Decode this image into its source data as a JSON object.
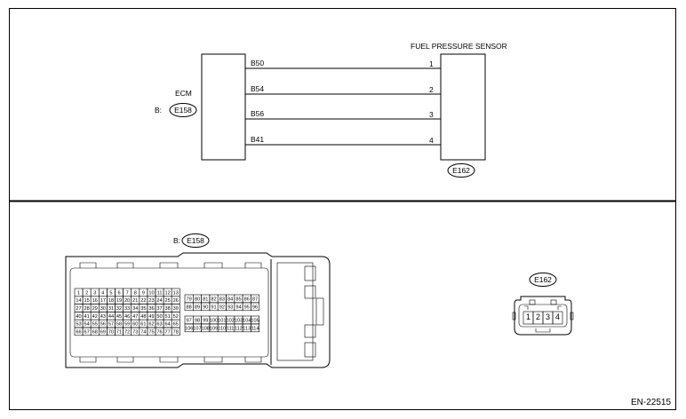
{
  "ecm": {
    "label": "ECM",
    "prefix": "B:",
    "connector": "E158"
  },
  "sensor": {
    "label": "FUEL PRESSURE SENSOR",
    "connector": "E162"
  },
  "wires": [
    {
      "ecm_pin": "B50",
      "sensor_pin": "1"
    },
    {
      "ecm_pin": "B54",
      "sensor_pin": "2"
    },
    {
      "ecm_pin": "B56",
      "sensor_pin": "3"
    },
    {
      "ecm_pin": "B41",
      "sensor_pin": "4"
    }
  ],
  "connector_views": {
    "ecm": {
      "prefix": "B:",
      "connector": "E158",
      "left_block_rows": [
        [
          "1",
          "2",
          "3",
          "4",
          "5",
          "6",
          "7",
          "8",
          "9",
          "10",
          "11",
          "12",
          "13"
        ],
        [
          "14",
          "15",
          "16",
          "17",
          "18",
          "19",
          "20",
          "21",
          "22",
          "23",
          "24",
          "25",
          "26"
        ],
        [
          "27",
          "28",
          "29",
          "30",
          "31",
          "32",
          "33",
          "34",
          "35",
          "36",
          "37",
          "38",
          "39"
        ],
        [
          "40",
          "41",
          "42",
          "43",
          "44",
          "45",
          "46",
          "47",
          "48",
          "49",
          "50",
          "51",
          "52"
        ],
        [
          "53",
          "54",
          "55",
          "56",
          "57",
          "58",
          "59",
          "60",
          "61",
          "62",
          "63",
          "64",
          "65"
        ],
        [
          "66",
          "67",
          "68",
          "69",
          "70",
          "71",
          "72",
          "73",
          "74",
          "75",
          "76",
          "77",
          "78"
        ]
      ],
      "right_block_rows": [
        [
          "79",
          "80",
          "81",
          "82",
          "83",
          "84",
          "85",
          "86",
          "87"
        ],
        [
          "88",
          "89",
          "90",
          "91",
          "92",
          "93",
          "94",
          "95",
          "96"
        ],
        [
          "97",
          "98",
          "99",
          "100",
          "101",
          "102",
          "103",
          "104",
          "105"
        ],
        [
          "106",
          "107",
          "108",
          "109",
          "110",
          "111",
          "112",
          "113",
          "114"
        ]
      ]
    },
    "sensor": {
      "connector": "E162",
      "pins": [
        "1",
        "2",
        "3",
        "4"
      ]
    }
  },
  "figure_code": "EN-22515"
}
